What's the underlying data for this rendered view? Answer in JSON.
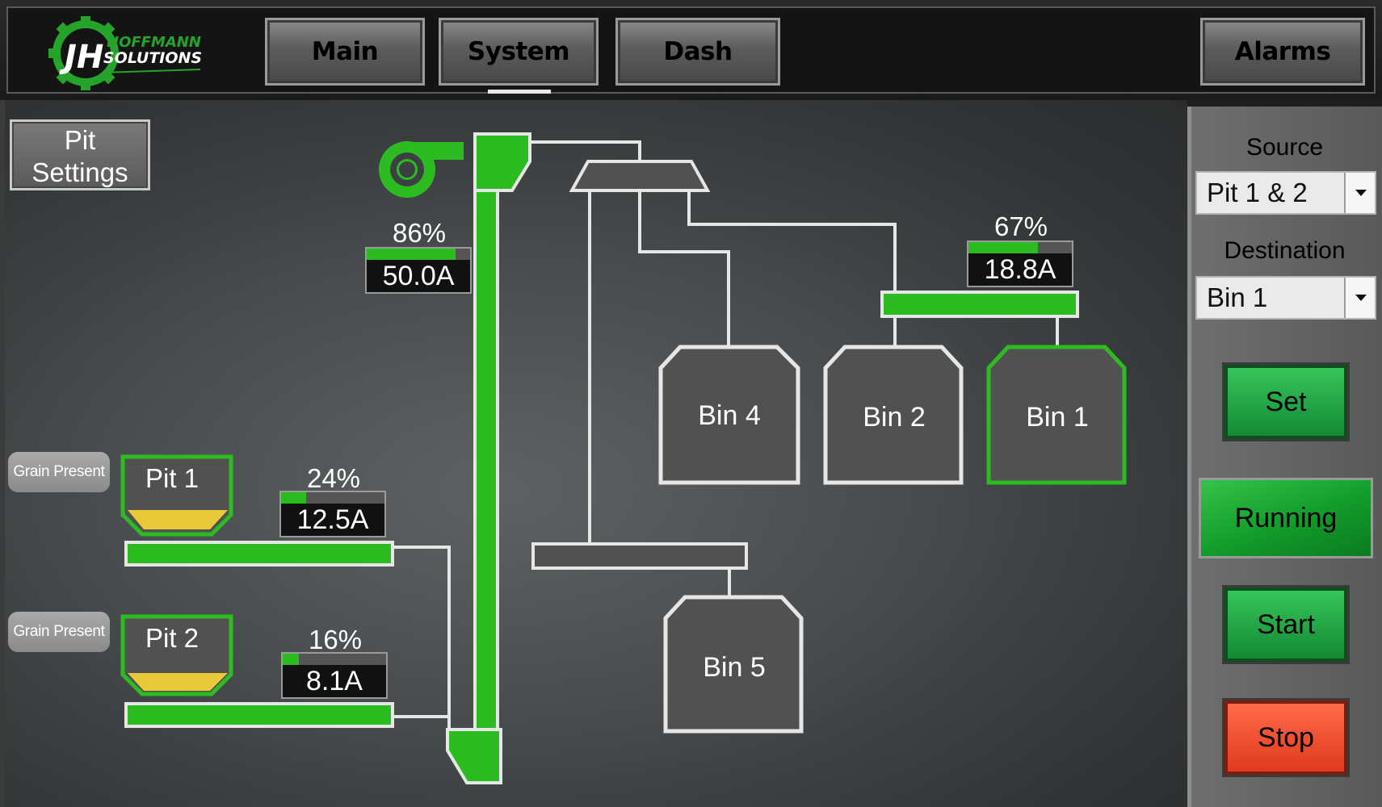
{
  "nav": {
    "logo": {
      "line1": "HOFFMANN",
      "line2": "SOLUTIONS",
      "monogram": "JH"
    },
    "tabs": [
      "Main",
      "System",
      "Dash"
    ],
    "active_tab": "System",
    "alarms_label": "Alarms"
  },
  "main": {
    "pit_settings": {
      "line1": "Pit",
      "line2": "Settings"
    },
    "leg": {
      "percent": "86%",
      "amps": "50.0A",
      "fill_fraction": 0.86
    },
    "distributor_conveyor": {
      "percent": "67%",
      "amps": "18.8A",
      "fill_fraction": 0.67
    },
    "pits": [
      {
        "label": "Pit 1",
        "grain_label": "Grain Present",
        "percent": "24%",
        "amps": "12.5A",
        "fill_fraction": 0.24
      },
      {
        "label": "Pit 2",
        "grain_label": "Grain Present",
        "percent": "16%",
        "amps": "8.1A",
        "fill_fraction": 0.16
      }
    ],
    "bins": [
      {
        "label": "Bin 4",
        "active": false
      },
      {
        "label": "Bin 2",
        "active": false
      },
      {
        "label": "Bin 1",
        "active": true
      },
      {
        "label": "Bin 5",
        "active": false
      }
    ]
  },
  "sidebar": {
    "source_label": "Source",
    "source_value": "Pit 1 & 2",
    "destination_label": "Destination",
    "destination_value": "Bin 1",
    "set_label": "Set",
    "status_label": "Running",
    "start_label": "Start",
    "stop_label": "Stop"
  },
  "colors": {
    "active_green": "#2dbb22",
    "grain_yellow": "#e8c93a",
    "stop_red": "#e8432a",
    "equipment_gray": "#515151",
    "pipe_white": "#e6e6e6"
  }
}
